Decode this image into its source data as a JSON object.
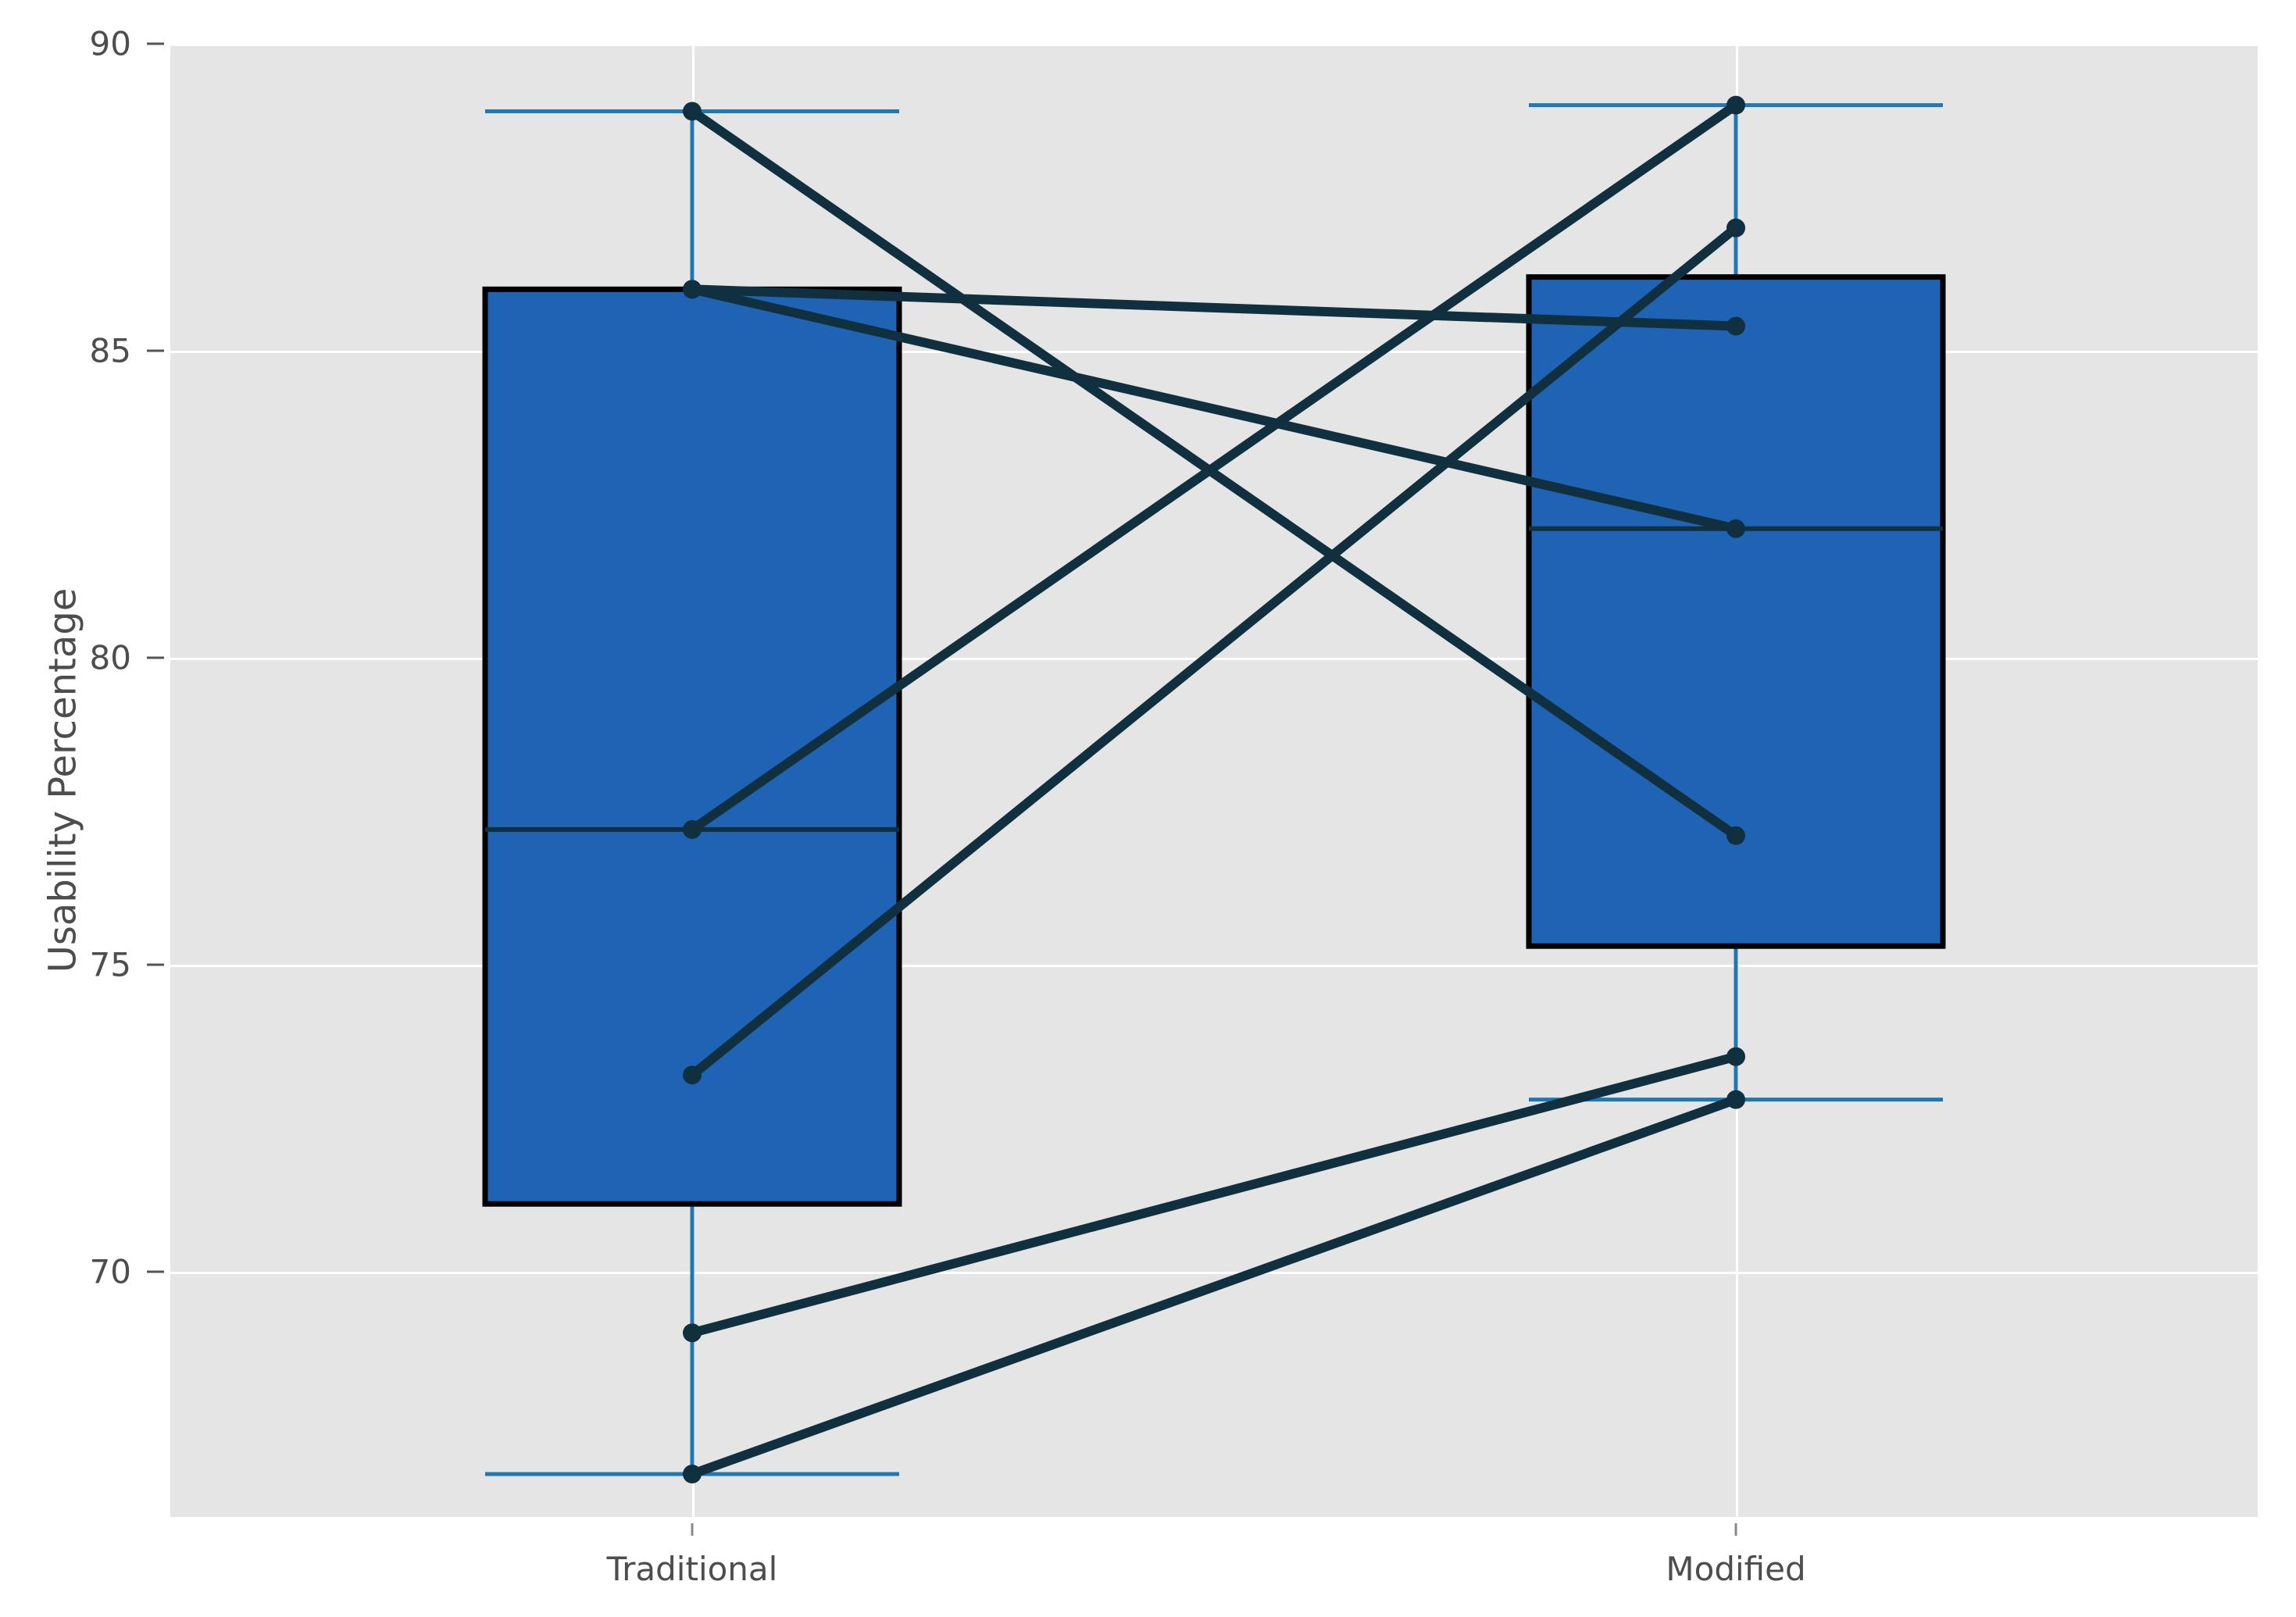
{
  "chart_data": {
    "type": "box",
    "title": "",
    "xlabel": "",
    "ylabel": "Usability Percentage",
    "categories": [
      "Traditional",
      "Modified"
    ],
    "ylim": [
      66.0,
      90.0
    ],
    "yticks": [
      70,
      75,
      80,
      85,
      90
    ],
    "ytick_labels": [
      "70",
      "75",
      "80",
      "85",
      "90"
    ],
    "grid": true,
    "legend": "none",
    "box_stats": [
      {
        "category": "Traditional",
        "whisker_low": 66.7,
        "q1": 71.1,
        "median": 77.2,
        "q3": 86.0,
        "whisker_high": 88.9
      },
      {
        "category": "Modified",
        "whisker_low": 72.8,
        "q1": 75.3,
        "median": 82.1,
        "q3": 86.2,
        "whisker_high": 89.0
      }
    ],
    "paired_points": [
      {
        "id": "subject-1",
        "Traditional": 88.9,
        "Modified": 77.1
      },
      {
        "id": "subject-2",
        "Traditional": 86.0,
        "Modified": 82.1
      },
      {
        "id": "subject-3",
        "Traditional": 77.2,
        "Modified": 89.0
      },
      {
        "id": "subject-4",
        "Traditional": 73.2,
        "Modified": 87.0
      },
      {
        "id": "subject-5",
        "Traditional": 69.0,
        "Modified": 73.5
      },
      {
        "id": "subject-6",
        "Traditional": 66.7,
        "Modified": 72.8
      },
      {
        "id": "subject-7",
        "Traditional": 86.0,
        "Modified": 85.4
      }
    ],
    "colors": {
      "plot_background": "#e5e5e5",
      "figure_background": "#ffffff",
      "box_fill": "#1f63b4",
      "box_edge": "#000000",
      "whisker": "#1f77b4",
      "line_series": "#11303f",
      "grid": "#ffffff",
      "tick_text": "#4d4d4d"
    }
  }
}
